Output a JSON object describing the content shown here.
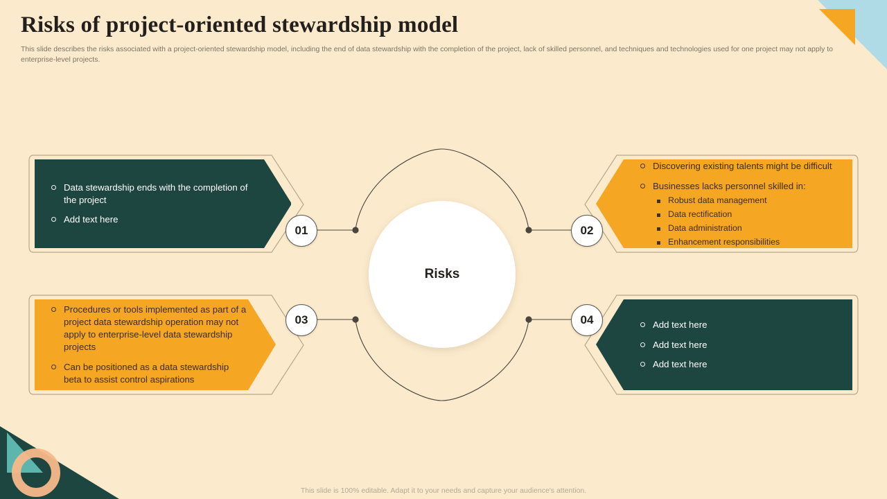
{
  "header": {
    "title": "Risks of project-oriented stewardship model",
    "subtitle": "This slide describes the risks associated with a project-oriented stewardship model, including the end of data stewardship with the completion of the project, lack of skilled personnel, and techniques and technologies used for one project may not apply to enterprise-level projects."
  },
  "center": {
    "label": "Risks"
  },
  "colors": {
    "background": "#fbeacc",
    "dark_teal": "#1d4641",
    "orange": "#f5a623",
    "light_blue": "#aedbe6",
    "peach_ring": "#f7b98a",
    "teal_triangle": "#5cb6ae",
    "outline": "#b9a888",
    "subtitle_text": "#7d7466",
    "footer_text": "#b4a893"
  },
  "cards": [
    {
      "number": "01",
      "theme": "dark",
      "direction": "right",
      "bullets": [
        {
          "text": "Data stewardship ends with the completion of the project",
          "sub": []
        },
        {
          "text": "Add text here",
          "sub": []
        }
      ]
    },
    {
      "number": "02",
      "theme": "orange",
      "direction": "left",
      "bullets": [
        {
          "text": "Discovering  existing talents might  be difficult",
          "sub": []
        },
        {
          "text": "Businesses lacks personnel  skilled in:",
          "sub": [
            "Robust  data management",
            "Data  rectification",
            "Data  administration",
            "Enhancement  responsibilities"
          ]
        }
      ]
    },
    {
      "number": "03",
      "theme": "orange",
      "direction": "right",
      "bullets": [
        {
          "text": "Procedures or tools implemented as part of a project data stewardship operation may not apply to enterprise-level data stewardship projects",
          "sub": []
        },
        {
          "text": "Can be positioned as a data stewardship beta to assist control aspirations",
          "sub": []
        }
      ]
    },
    {
      "number": "04",
      "theme": "dark",
      "direction": "left",
      "bullets": [
        {
          "text": "Add text here",
          "sub": []
        },
        {
          "text": "Add text here",
          "sub": []
        },
        {
          "text": "Add text here",
          "sub": []
        }
      ]
    }
  ],
  "footer": {
    "note": "This slide is 100% editable. Adapt it to your needs and capture your audience's attention."
  }
}
